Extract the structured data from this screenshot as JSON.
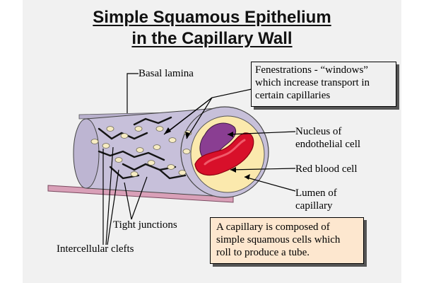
{
  "title": {
    "line1": "Simple Squamous Epithelium",
    "line2": "in the Capillary Wall"
  },
  "labels": {
    "basal_lamina": "Basal lamina",
    "fenestrations": "Fenestrations - “windows”\nwhich increase transport in\ncertain capillaries",
    "nucleus_line1": "Nucleus of",
    "nucleus_line2": "endothelial cell",
    "red_blood_cell": "Red blood cell",
    "lumen_line1": "Lumen of",
    "lumen_line2": "capillary",
    "tight_junctions": "Tight junctions",
    "intercellular_clefts": "Intercellular clefts"
  },
  "summary_box": {
    "text": "A capillary is composed  of\nsimple squamous cells which\nroll to produce a tube."
  },
  "colors": {
    "slide_background": "#f1f1f1",
    "capillary_wall": "#cbc4dc",
    "nucleus": "#8a3e92",
    "red_blood_cell": "#d8102a",
    "lumen": "#fbe9ad",
    "basal_lamina": "#d9a0b8",
    "summary_box_fill": "#fde7cf",
    "fenestration_box_fill": "#f0f0f0"
  }
}
